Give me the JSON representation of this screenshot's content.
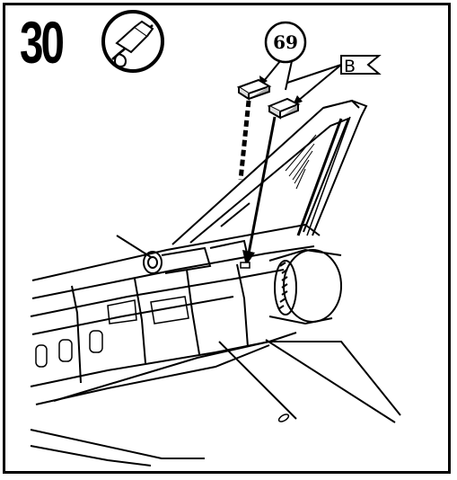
{
  "step": {
    "number": "30"
  },
  "icons": {
    "glue": "glue-tube-icon"
  },
  "callouts": {
    "part_number": "69",
    "decal_letter": "B"
  }
}
